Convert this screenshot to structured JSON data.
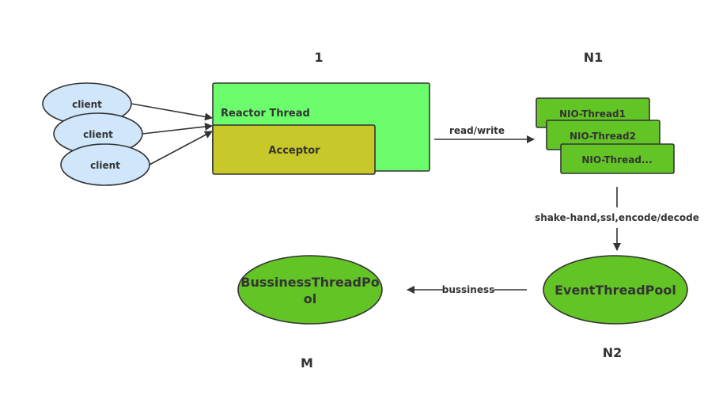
{
  "counts": {
    "reactor": "1",
    "nio": "N1",
    "business": "M",
    "event": "N2"
  },
  "clients": [
    "client",
    "client",
    "client"
  ],
  "reactor": {
    "label": "Reactor Thread",
    "acceptor": "Acceptor"
  },
  "edges": {
    "read_write": "read/write",
    "shake_hand": "shake-hand,ssl,encode/decode",
    "bussiness": "bussiness"
  },
  "nio_threads": [
    "NIO-Thread1",
    "NIO-Thread2",
    "NIO-Thread..."
  ],
  "pools": {
    "event": "EventThreadPool",
    "business_line1": "BussinessThreadPo",
    "business_line2": "ol"
  },
  "colors": {
    "client_fill": "#cfe6fb",
    "reactor_fill": "#6cfd6c",
    "acceptor_fill": "#c8c82a",
    "green_fill": "#63c425",
    "stroke": "#333333"
  }
}
